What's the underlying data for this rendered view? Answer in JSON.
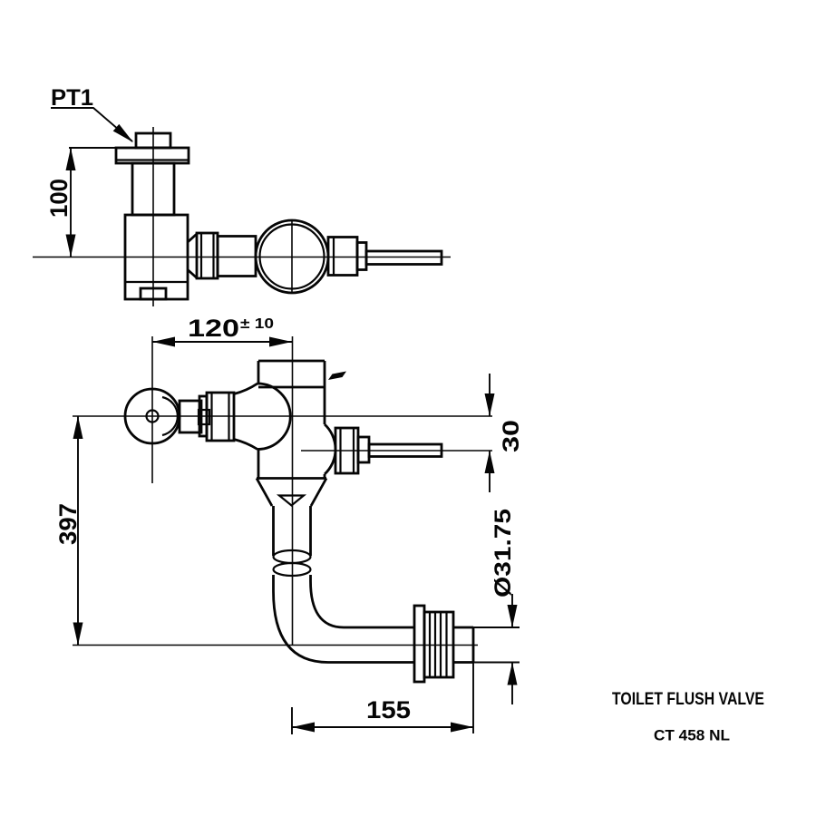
{
  "drawing": {
    "connection_label": "PT1",
    "dimensions": {
      "inlet_height": "100",
      "handle_offset": "120",
      "handle_offset_tolerance": "± 10",
      "inlet_drop": "30",
      "overall_height": "397",
      "outlet_diameter": "Ø31.75",
      "outlet_length": "155"
    },
    "title_block": {
      "product_title": "TOILET FLUSH VALVE",
      "model": "CT 458 NL"
    },
    "colors": {
      "line": "#050505",
      "background": "#ffffff"
    }
  }
}
